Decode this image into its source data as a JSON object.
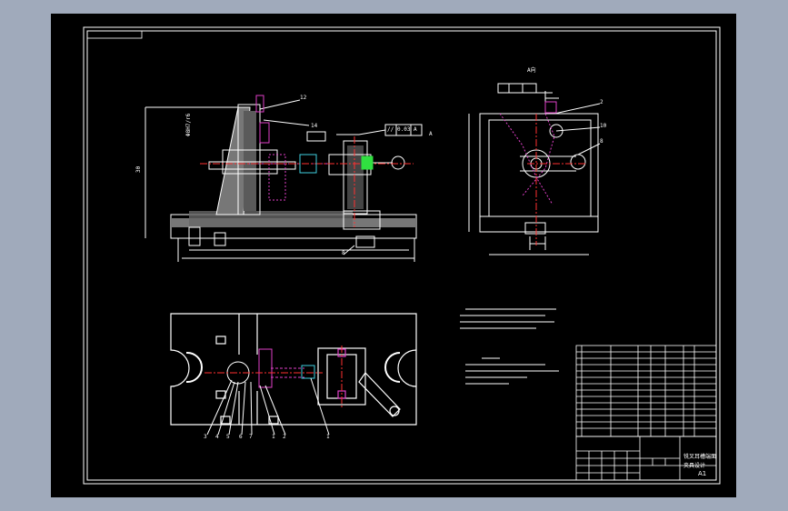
{
  "colors": {
    "background": "#a0aabb",
    "paper": "#000000",
    "line": "#ffffff",
    "part_highlight": "#e040c8",
    "centerline": "#ff3030",
    "hatch": "#888888",
    "component": "#3fd0e0",
    "detail": "#30e040"
  },
  "drawing": {
    "front_view": {
      "leader_tags": [
        "12",
        "14",
        "8"
      ],
      "fit_dim": "Φ8H7/r6",
      "height_dim": "30",
      "tolerance_frame": [
        "//",
        "0.03",
        "A"
      ],
      "ref_A": "A"
    },
    "side_view": {
      "view_label": "A向",
      "leader_tags": [
        "2",
        "10",
        "8"
      ]
    },
    "plan_view": {
      "part_numbers": [
        "3",
        "4",
        "5",
        "6",
        "7",
        "1",
        "2",
        "1"
      ]
    },
    "title_block": {
      "name_line1": "铣叉耳槽端面",
      "name_line2": "夹具设计",
      "sheet_size": "A1"
    }
  }
}
